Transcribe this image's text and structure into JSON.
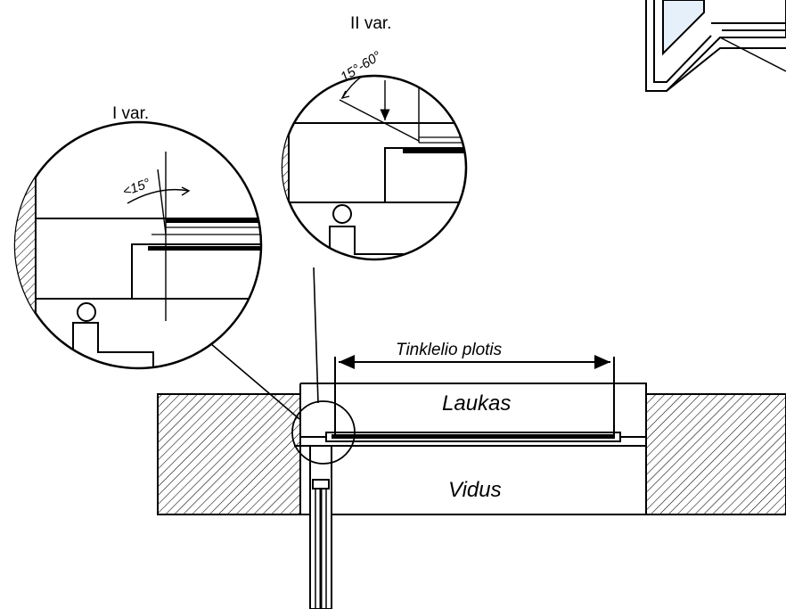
{
  "labels": {
    "var1": "I var.",
    "var2": "II var.",
    "angle1": "<15°",
    "angle2": "15°-60°",
    "width": "Tinklelio plotis",
    "outside": "Laukas",
    "inside": "Vidus"
  }
}
